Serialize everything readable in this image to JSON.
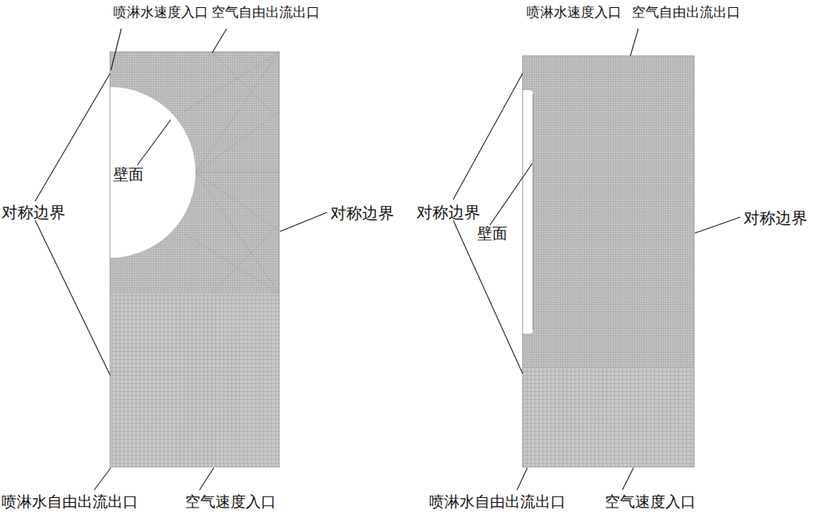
{
  "diagram": {
    "labels": [
      "喷淋水速度入口",
      "空气自由出流出口",
      "壁面",
      "对称边界",
      "对称边界",
      "喷淋水自由出流出口",
      "空气速度入口",
      "喷淋水速度入口",
      "空气自由出流出口",
      "对称边界",
      "壁面",
      "对称边界",
      "喷淋水自由出流出口",
      "空气速度入口"
    ]
  }
}
